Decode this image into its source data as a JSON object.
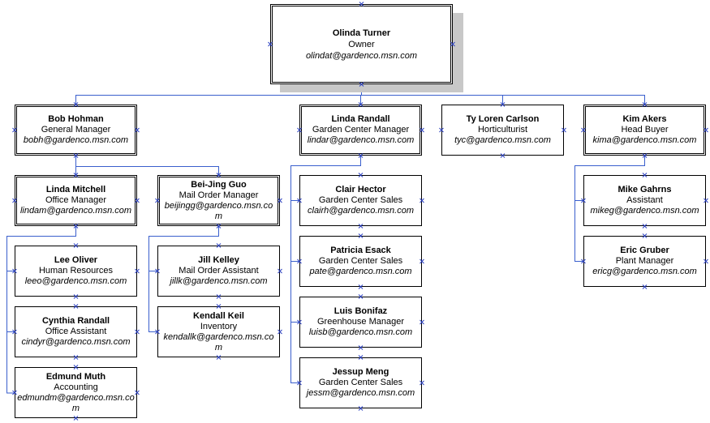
{
  "colors": {
    "connector": "#3a5fcd",
    "handle": "#2a3fbf",
    "border": "#000000",
    "shadow": "#c8c8c8"
  },
  "org_chart": {
    "nodes": [
      {
        "id": "olinda",
        "name": "Olinda Turner",
        "title": "Owner",
        "email": "olindat@gardenco.msn.com"
      },
      {
        "id": "bob",
        "name": "Bob Hohman",
        "title": "General Manager",
        "email": "bobh@gardenco.msn.com"
      },
      {
        "id": "lindar",
        "name": "Linda Randall",
        "title": "Garden Center Manager",
        "email": "lindar@gardenco.msn.com"
      },
      {
        "id": "ty",
        "name": "Ty Loren Carlson",
        "title": "Horticulturist",
        "email": "tyc@gardenco.msn.com"
      },
      {
        "id": "kim",
        "name": "Kim Akers",
        "title": "Head Buyer",
        "email": "kima@gardenco.msn.com"
      },
      {
        "id": "lindam",
        "name": "Linda Mitchell",
        "title": "Office Manager",
        "email": "lindam@gardenco.msn.com"
      },
      {
        "id": "beijing",
        "name": "Bei-Jing Guo",
        "title": "Mail Order Manager",
        "email": "beijingg@gardenco.msn.com"
      },
      {
        "id": "lee",
        "name": "Lee Oliver",
        "title": "Human Resources",
        "email": "leeo@gardenco.msn.com"
      },
      {
        "id": "cynthia",
        "name": "Cynthia Randall",
        "title": "Office Assistant",
        "email": "cindyr@gardenco.msn.com"
      },
      {
        "id": "edmund",
        "name": "Edmund Muth",
        "title": "Accounting",
        "email": "edmundm@gardenco.msn.com"
      },
      {
        "id": "jill",
        "name": "Jill Kelley",
        "title": "Mail Order Assistant",
        "email": "jillk@gardenco.msn.com"
      },
      {
        "id": "kendall",
        "name": "Kendall Keil",
        "title": "Inventory",
        "email": "kendallk@gardenco.msn.com"
      },
      {
        "id": "clair",
        "name": "Clair Hector",
        "title": "Garden Center Sales",
        "email": "clairh@gardenco.msn.com"
      },
      {
        "id": "patricia",
        "name": "Patricia Esack",
        "title": "Garden Center Sales",
        "email": "pate@gardenco.msn.com"
      },
      {
        "id": "luis",
        "name": "Luis Bonifaz",
        "title": "Greenhouse Manager",
        "email": "luisb@gardenco.msn.com"
      },
      {
        "id": "jessup",
        "name": "Jessup Meng",
        "title": "Garden Center Sales",
        "email": "jessm@gardenco.msn.com"
      },
      {
        "id": "mike",
        "name": "Mike Gahrns",
        "title": "Assistant",
        "email": "mikeg@gardenco.msn.com"
      },
      {
        "id": "eric",
        "name": "Eric Gruber",
        "title": "Plant Manager",
        "email": "ericg@gardenco.msn.com"
      }
    ]
  }
}
